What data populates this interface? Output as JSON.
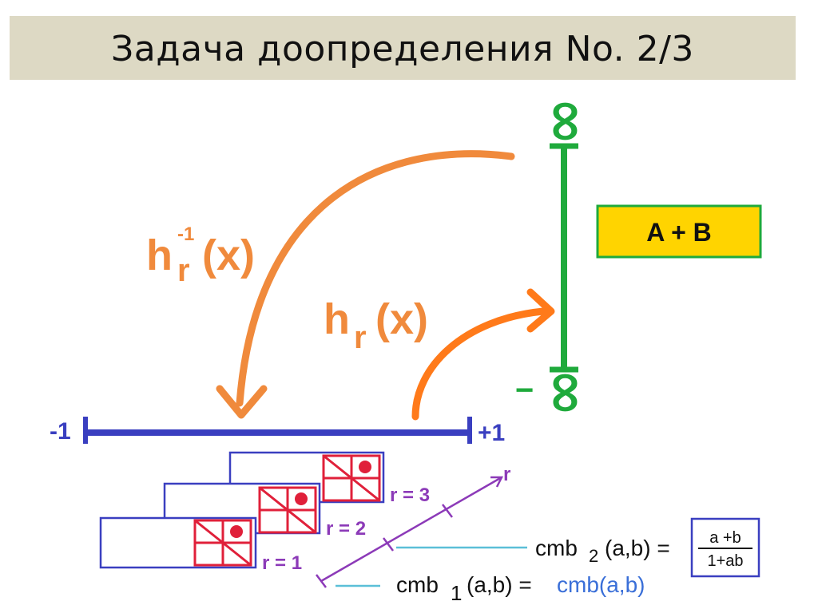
{
  "slide": {
    "title": "Задача доопределения  No. 2/3"
  },
  "colors": {
    "orange": "#f08a3c",
    "orange_bright": "#ff7a1a",
    "green": "#1faa3c",
    "blue": "#3a3fc0",
    "purple": "#8c3ab8",
    "red": "#e0203a",
    "yellow": "#ffd400",
    "teal": "#5bbfd8",
    "cmb_blue": "#3a6fd8"
  },
  "labels": {
    "h_inverse_base": "h",
    "h_inverse_sup": "-1",
    "h_inverse_sub": "r",
    "h_inverse_arg": "(x)",
    "h_base": "h",
    "h_sub": "r",
    "h_arg": "(x)",
    "inf_top": "∞",
    "inf_bottom": "∞",
    "minus": "−",
    "minus_one": "-1",
    "plus_one": "+1",
    "ab_box": "A + B",
    "r_axis": "r",
    "r1": "r = 1",
    "r2": "r = 2",
    "r3": "r = 3",
    "cmb2_base": "cmb",
    "cmb2_sub": "2",
    "cmb2_args": "(a,b) =",
    "frac_num": "a +b",
    "frac_den": "1+ab",
    "cmb1_base": "cmb",
    "cmb1_sub": "1",
    "cmb1_args": "(a,b) =",
    "cmb1_rhs": "cmb(a,b)"
  }
}
